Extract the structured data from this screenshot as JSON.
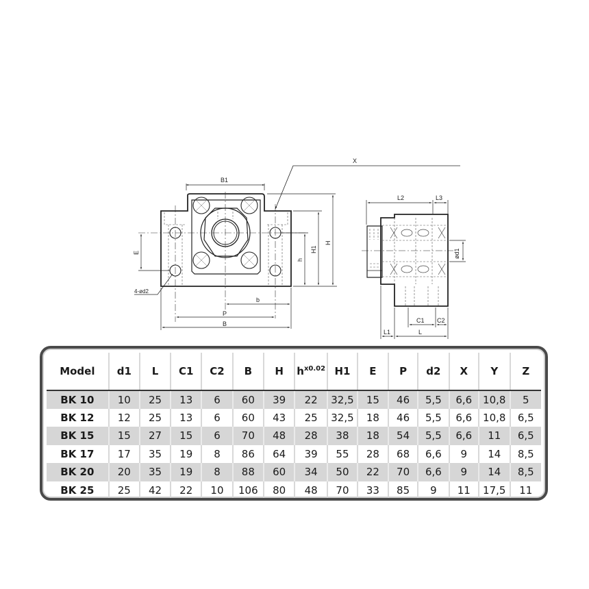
{
  "drawing": {
    "front_view": {
      "labels": {
        "B1": "B1",
        "B": "B",
        "P": "P",
        "b": "b",
        "E": "E",
        "h": "h",
        "H1": "H1",
        "H": "H",
        "holes": "4-ød2"
      }
    },
    "callout": {
      "label": "X"
    },
    "side_view": {
      "labels": {
        "L2": "L2",
        "L3": "L3",
        "d1": "ød1",
        "C1": "C1",
        "C2": "C2",
        "L1": "L1",
        "L": "L"
      }
    }
  },
  "table": {
    "headers": [
      "Model",
      "d1",
      "L",
      "C1",
      "C2",
      "B",
      "H",
      "h",
      "H1",
      "E",
      "P",
      "d2",
      "X",
      "Y",
      "Z"
    ],
    "h_tolerance_sup": "x0.02",
    "rows": [
      [
        "BK 10",
        "10",
        "25",
        "13",
        "6",
        "60",
        "39",
        "22",
        "32,5",
        "15",
        "46",
        "5,5",
        "6,6",
        "10,8",
        "5"
      ],
      [
        "BK 12",
        "12",
        "25",
        "13",
        "6",
        "60",
        "43",
        "25",
        "32,5",
        "18",
        "46",
        "5,5",
        "6,6",
        "10,8",
        "6,5"
      ],
      [
        "BK 15",
        "15",
        "27",
        "15",
        "6",
        "70",
        "48",
        "28",
        "38",
        "18",
        "54",
        "5,5",
        "6,6",
        "11",
        "6,5"
      ],
      [
        "BK 17",
        "17",
        "35",
        "19",
        "8",
        "86",
        "64",
        "39",
        "55",
        "28",
        "68",
        "6,6",
        "9",
        "14",
        "8,5"
      ],
      [
        "BK 20",
        "20",
        "35",
        "19",
        "8",
        "88",
        "60",
        "34",
        "50",
        "22",
        "70",
        "6,6",
        "9",
        "14",
        "8,5"
      ],
      [
        "BK 25",
        "25",
        "42",
        "22",
        "10",
        "106",
        "80",
        "48",
        "70",
        "33",
        "85",
        "9",
        "11",
        "17,5",
        "11"
      ]
    ]
  },
  "colors": {
    "line": "#222222",
    "row_shade": "#d6d6d6",
    "frame": "#4a4a4a"
  }
}
